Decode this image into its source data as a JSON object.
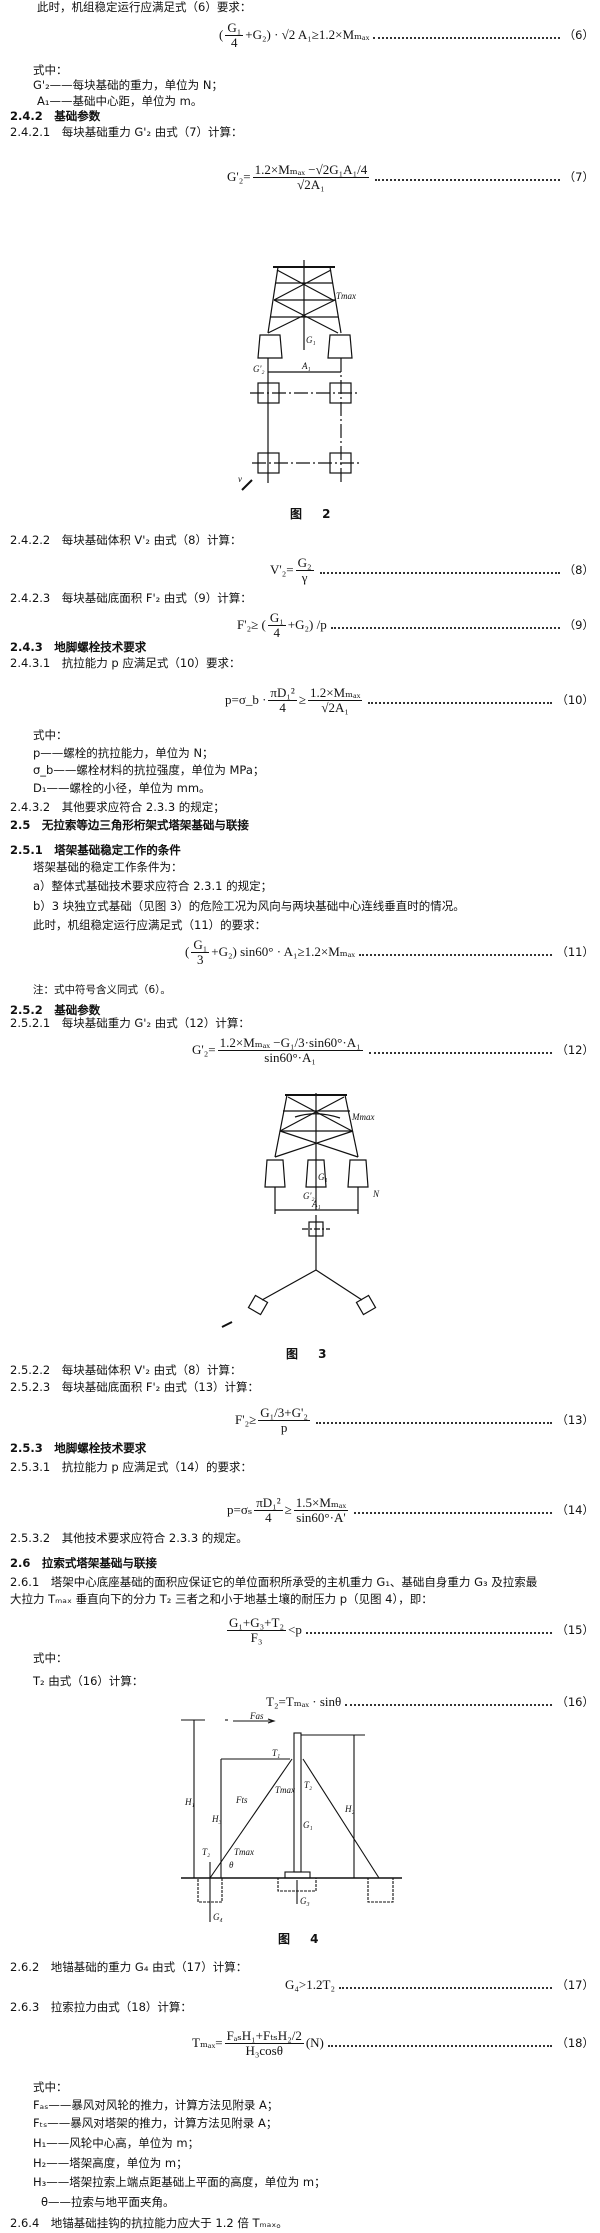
{
  "text": {
    "l1": "此时，机组稳定运行应满足式（6）要求：",
    "where1": "式中：",
    "g2def": "G'₂——每块基础的重力，单位为 N；",
    "a1def": "A₁——基础中心距，单位为 m。",
    "s242": "2.4.2　基础参数",
    "s2421": "2.4.2.1　每块基础重力 G'₂ 由式（7）计算：",
    "fig2": "图 2",
    "s2422": "2.4.2.2　每块基础体积 V'₂ 由式（8）计算：",
    "s2423": "2.4.2.3　每块基础底面积 F'₂ 由式（9）计算：",
    "s243": "2.4.3　地脚螺栓技术要求",
    "s2431": "2.4.3.1　抗拉能力 p 应满足式（10）要求：",
    "where2": "式中：",
    "pdef": "p——螺栓的抗拉能力，单位为 N；",
    "sbdef": "σ_b——螺栓材料的抗拉强度，单位为 MPa；",
    "d1def": "D₁——螺栓的小径，单位为 mm。",
    "s2432": "2.4.3.2　其他要求应符合 2.3.3 的规定；",
    "s25": "2.5　无拉索等边三角形桁架式塔架基础与联接",
    "s251": "2.5.1　塔架基础稳定工作的条件",
    "cond": "塔架基础的稳定工作条件为：",
    "ca": "a）整体式基础技术要求应符合 2.3.1 的规定；",
    "cb": "b）3 块独立式基础（见图 3）的危险工况为风向与两块基础中心连线垂直时的情况。",
    "l11": "此时，机组稳定运行应满足式（11）的要求：",
    "note": "注：式中符号含义同式（6）。",
    "s252": "2.5.2　基础参数",
    "s2521": "2.5.2.1　每块基础重力 G'₂ 由式（12）计算：",
    "fig3": "图 3",
    "s2522": "2.5.2.2　每块基础体积 V'₂ 由式（8）计算：",
    "s2523": "2.5.2.3　每块基础底面积 F'₂ 由式（13）计算：",
    "s253": "2.5.3　地脚螺栓技术要求",
    "s2531": "2.5.3.1　抗拉能力 p 应满足式（14）的要求：",
    "s2532": "2.5.3.2　其他技术要求应符合 2.3.3 的规定。",
    "s26": "2.6　拉索式塔架基础与联接",
    "s261a": "2.6.1　塔架中心底座基础的面积应保证它的单位面积所承受的主机重力 G₁、基础自身重力 G₃ 及拉索最",
    "s261b": "大拉力 Tₘₐₓ 垂直向下的分力 T₂ 三者之和小于地基土壤的耐压力 p（见图 4），即：",
    "where3": "式中：",
    "t2calc": "T₂ 由式（16）计算：",
    "fig4": "图 4",
    "s262": "2.6.2　地锚基础的重力 G₄ 由式（17）计算：",
    "s263": "2.6.3　拉索拉力由式（18）计算：",
    "where4": "式中：",
    "fasdef": "Fₐₛ——暴风对风轮的推力，计算方法见附录 A；",
    "ftsdef": "Fₜₛ——暴风对塔架的推力，计算方法见附录 A；",
    "h1def": "H₁——风轮中心高，单位为 m；",
    "h2def": "H₂——塔架高度，单位为 m；",
    "h3def": "H₃——塔架拉索上端点距基础上平面的高度，单位为 m；",
    "thdef": "θ——拉索与地平面夹角。",
    "s264": "2.6.4　地锚基础挂钩的抗拉能力应大于 1.2 倍 Tₘₐₓ。"
  },
  "eq": {
    "e6": {
      "pre": "(",
      "num": "G₁",
      "den": "4",
      "post": "+G₂) · √2 A₁≥1.2×Mₘₐₓ",
      "no": "（6）"
    },
    "e7": {
      "pre": "G'₂=",
      "num": "1.2×Mₘₐₓ −√2G₁A₁/4",
      "den": "√2A₁",
      "no": "（7）"
    },
    "e8": {
      "pre": "V'₂=",
      "num": "G₂",
      "den": "γ",
      "no": "（8）"
    },
    "e9": {
      "pre": "F'₂≥ (",
      "num": "G₁",
      "den": "4",
      "post": "+G₂) /p",
      "no": "（9）"
    },
    "e10": {
      "pre": "p=σ_b · ",
      "num": "πD₁²",
      "den": "4",
      "mid": "≥",
      "num2": "1.2×Mₘₐₓ",
      "den2": "√2A₁",
      "no": "（10）"
    },
    "e11": {
      "pre": "(",
      "num": "G₁",
      "den": "3",
      "post": "+G₂) sin60° · A₁≥1.2×Mₘₐₓ",
      "no": "（11）"
    },
    "e12": {
      "pre": "G'₂=",
      "num": "1.2×Mₘₐₓ −G₁/3·sin60°·A₁",
      "den": "sin60°·A₁",
      "no": "（12）"
    },
    "e13": {
      "pre": "F'₂≥",
      "num": "G₁/3+G'₂",
      "den": "p",
      "no": "（13）"
    },
    "e14": {
      "pre": "p=σₛ",
      "num": "πD₁²",
      "den": "4",
      "mid": "≥",
      "num2": "1.5×Mₘₐₓ",
      "den2": "sin60°·A'",
      "no": "（14）"
    },
    "e15": {
      "num": "G₁+G₃+T₂",
      "den": "F₃",
      "post": "<p",
      "no": "（15）"
    },
    "e16": {
      "pre": "T₂=Tₘₐₓ · sinθ",
      "no": "（16）"
    },
    "e17": {
      "pre": "G₄>1.2T₂",
      "no": "（17）"
    },
    "e18": {
      "pre": "Tₘₐₓ=",
      "num": "FₐₛH₁+FₜₛH₂/2",
      "den": "H₃cosθ",
      "post": "(N)",
      "no": "（18）"
    }
  },
  "figure_labels": {
    "f2": {
      "tmax": "Tmax",
      "g1": "G₁",
      "g2": "G'₂",
      "a1": "A₁",
      "v": "v"
    },
    "f3": {
      "mmax": "Mmax",
      "g1": "G₁",
      "g2": "G'₂",
      "a1": "A₁",
      "n": "N"
    },
    "f4": {
      "fas": "Fas",
      "fts": "Fts",
      "t1": "T₁",
      "t2": "T₂",
      "tmax": "Tmax",
      "g1": "G₁",
      "g3": "G₃",
      "g4": "G₄",
      "h1": "H₁",
      "h2": "H₂",
      "h3": "H₃",
      "theta": "θ"
    }
  }
}
